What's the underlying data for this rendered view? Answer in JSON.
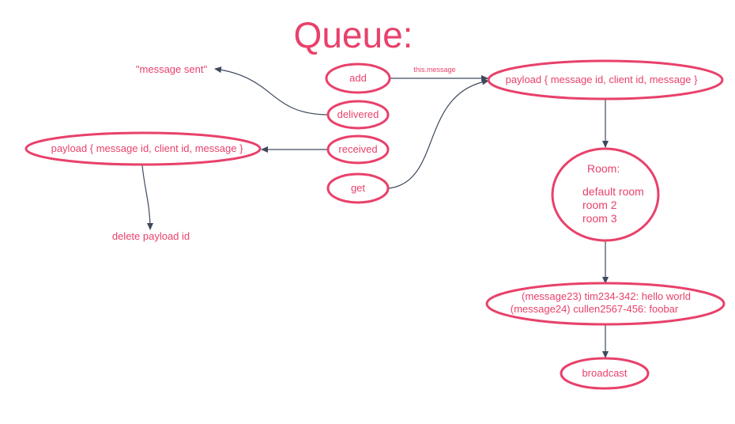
{
  "title": "Queue:",
  "colors": {
    "accent": "#e8416b",
    "arrow": "#3d4a5c",
    "background": "#ffffff"
  },
  "nodes": {
    "add": "add",
    "delivered": "delivered",
    "received": "received",
    "get": "get",
    "payload_right": "payload { message id, client id, message }",
    "payload_left": "payload { message id, client id, message }",
    "room": {
      "heading": "Room:",
      "items": [
        "default room",
        "room 2",
        "room 3"
      ]
    },
    "messages": [
      "(message23) tim234-342: hello world",
      "(message24) cullen2567-456: foobar"
    ],
    "broadcast": "broadcast"
  },
  "free_text": {
    "message_sent": "\"message sent\"",
    "delete_payload": "delete payload id"
  },
  "edges": {
    "add_to_payload_label": "this.message"
  }
}
